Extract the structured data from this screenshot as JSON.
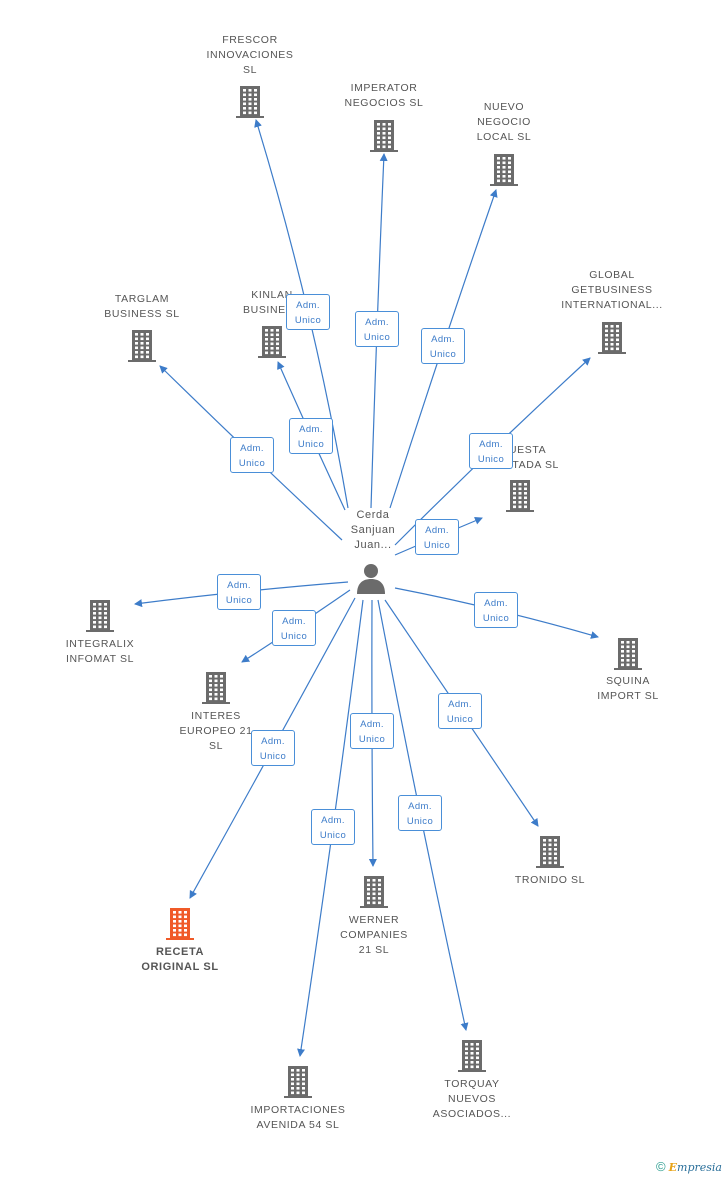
{
  "center": {
    "label": "Cerda\nSanjuan\nJuan...",
    "icon": "person-icon"
  },
  "colors": {
    "edge": "#3d7cc9",
    "building": "#6b6b6b",
    "highlight_building": "#f05a28"
  },
  "edge_label": {
    "line1": "Adm.",
    "line2": "Unico"
  },
  "companies": [
    {
      "key": "frescor",
      "label": "FRESCOR\nINNOVACIONES\nSL",
      "highlight": false
    },
    {
      "key": "imperator",
      "label": "IMPERATOR\nNEGOCIOS SL",
      "highlight": false
    },
    {
      "key": "nuevo",
      "label": "NUEVO\nNEGOCIO\nLOCAL SL",
      "highlight": false
    },
    {
      "key": "global",
      "label": "GLOBAL\nGETBUSINESS\nINTERNATIONAL...",
      "highlight": false
    },
    {
      "key": "targlam",
      "label": "TARGLAM\nBUSINESS SL",
      "highlight": false
    },
    {
      "key": "kinlan",
      "label": "KINLAN\nBUSINESS",
      "highlight": false
    },
    {
      "key": "apuesta",
      "label": "APUESTA\nACERTADA SL",
      "highlight": false
    },
    {
      "key": "integralix",
      "label": "INTEGRALIX\nINFOMAT SL",
      "highlight": false
    },
    {
      "key": "interes",
      "label": "INTERES\nEUROPEO 21\nSL",
      "highlight": false
    },
    {
      "key": "squina",
      "label": "SQUINA\nIMPORT SL",
      "highlight": false
    },
    {
      "key": "tronido",
      "label": "TRONIDO SL",
      "highlight": false
    },
    {
      "key": "receta",
      "label": "RECETA\nORIGINAL SL",
      "highlight": true
    },
    {
      "key": "werner",
      "label": "WERNER\nCOMPANIES\n21 SL",
      "highlight": false
    },
    {
      "key": "importaciones",
      "label": "IMPORTACIONES\nAVENIDA 54 SL",
      "highlight": false
    },
    {
      "key": "torquay",
      "label": "TORQUAY\nNUEVOS\nASOCIADOS...",
      "highlight": false
    }
  ],
  "footer": {
    "copyright": "©",
    "brand_initial": "E",
    "brand_rest": "mpresia"
  }
}
